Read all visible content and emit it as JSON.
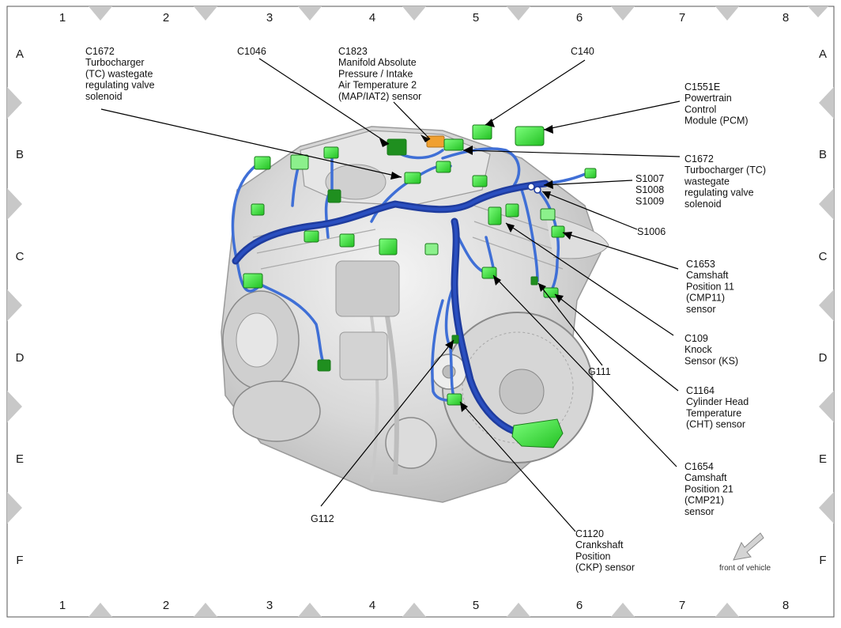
{
  "grid": {
    "columns": [
      "1",
      "2",
      "3",
      "4",
      "5",
      "6",
      "7",
      "8"
    ],
    "rows": [
      "A",
      "B",
      "C",
      "D",
      "E",
      "F"
    ]
  },
  "callouts": [
    {
      "id": "c1672-left",
      "lines": [
        "C1672",
        "Turbocharger",
        "(TC) wastegate",
        "regulating valve",
        "solenoid"
      ]
    },
    {
      "id": "c1046",
      "lines": [
        "C1046"
      ]
    },
    {
      "id": "c1823",
      "lines": [
        "C1823",
        "Manifold Absolute",
        "Pressure / Intake",
        "Air Temperature 2",
        "(MAP/IAT2) sensor"
      ]
    },
    {
      "id": "c140",
      "lines": [
        "C140"
      ]
    },
    {
      "id": "c1551e",
      "lines": [
        "C1551E",
        "Powertrain",
        "Control",
        "Module (PCM)"
      ]
    },
    {
      "id": "c1672-right",
      "lines": [
        "C1672",
        "Turbocharger (TC)",
        "wastegate",
        "regulating valve",
        "solenoid"
      ]
    },
    {
      "id": "s1007",
      "lines": [
        "S1007",
        "S1008",
        "S1009"
      ]
    },
    {
      "id": "s1006",
      "lines": [
        "S1006"
      ]
    },
    {
      "id": "c1653",
      "lines": [
        "C1653",
        "Camshaft",
        "Position 11",
        "(CMP11)",
        "sensor"
      ]
    },
    {
      "id": "c109",
      "lines": [
        "C109",
        "Knock",
        "Sensor (KS)"
      ]
    },
    {
      "id": "g111",
      "lines": [
        "G111"
      ]
    },
    {
      "id": "c1164",
      "lines": [
        "C1164",
        "Cylinder Head",
        "Temperature",
        "(CHT) sensor"
      ]
    },
    {
      "id": "c1654",
      "lines": [
        "C1654",
        "Camshaft",
        "Position 21",
        "(CMP21)",
        "sensor"
      ]
    },
    {
      "id": "g112",
      "lines": [
        "G112"
      ]
    },
    {
      "id": "c1120",
      "lines": [
        "C1120",
        "Crankshaft",
        "Position",
        "(CKP) sensor"
      ]
    }
  ],
  "orientation": {
    "label": "front of vehicle",
    "icon": "arrow-down-left-icon"
  },
  "colors": {
    "harness": "#1f3c9e",
    "harness_light": "#3f6fd6",
    "connector": "#3fe03f",
    "connector_dark": "#1f8f1f",
    "engine": "#d9d9d9",
    "accent_orange": "#f0a030"
  }
}
